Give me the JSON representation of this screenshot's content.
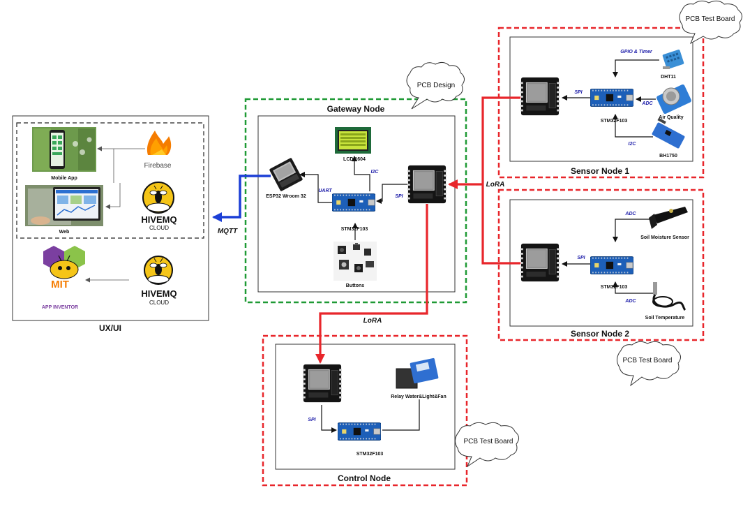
{
  "uxui": {
    "title": "UX/UI",
    "mobile_label": "Mobile App",
    "web_label": "Web",
    "firebase_label": "Firebase",
    "hivemq_top": "HIVEMQ",
    "hivemq_sub": "CLOUD",
    "hivemq2_top": "HIVEMQ",
    "hivemq2_sub": "CLOUD",
    "mit_top": "MIT",
    "mit_sub": "APP INVENTOR"
  },
  "links": {
    "mqtt": "MQTT",
    "lora_top": "LoRA",
    "lora_bottom": "LoRA"
  },
  "gateway": {
    "title": "Gateway Node",
    "callout": "PCB Design",
    "lcd_label": "LCD 1604",
    "esp_label": "ESP32 Wroom 32",
    "stm_label": "STM32F103",
    "buttons_label": "Buttons",
    "uart": "UART",
    "i2c": "I2C",
    "spi": "SPI"
  },
  "sensor1": {
    "title": "Sensor Node 1",
    "callout": "PCB Test Board",
    "dht_label": "DHT11",
    "air_label": "Air Quality",
    "bh_label": "BH1750",
    "stm_label": "STM32F103",
    "gpio": "GPIO & Timer",
    "adc": "ADC",
    "i2c": "I2C",
    "spi": "SPI"
  },
  "sensor2": {
    "title": "Sensor Node 2",
    "callout": "PCB Test Board",
    "moist_label": "Soil Moisture Sensor",
    "temp_label": "Soil Temperature",
    "stm_label": "STM32F103",
    "adc1": "ADC",
    "adc2": "ADC",
    "spi": "SPI"
  },
  "control": {
    "title": "Control Node",
    "callout": "PCB Test Board",
    "relay_label": "Relay Water&Light&Fan",
    "stm_label": "STM32F103",
    "spi": "SPI"
  },
  "colors": {
    "red": "#e8262b",
    "green": "#1f9a35",
    "blue": "#1c3fd6",
    "stm_blue": "#1d5fb8",
    "board_dark": "#141414"
  }
}
